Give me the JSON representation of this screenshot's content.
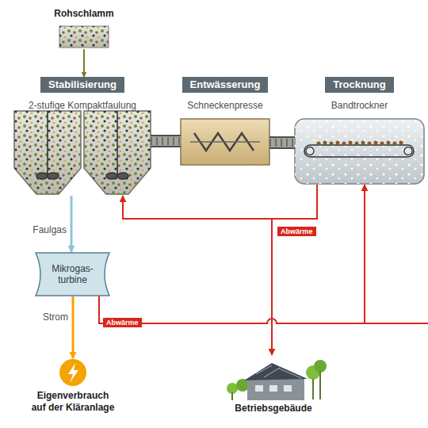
{
  "diagram": {
    "nodes": [
      {
        "text": [
          "Rohschlamm"
        ]
      },
      {
        "text": [
          "Stabilisierung",
          "2-stufige Kompaktfaulung"
        ]
      },
      {
        "text": [
          "Entwässerung",
          "Schneckenpresse"
        ]
      },
      {
        "text": [
          "Trocknung",
          "Bandtrockner"
        ]
      },
      {
        "text": [
          "Mikrogas- turbine"
        ]
      },
      {
        "text": [
          "Eigenverbrauch auf der Kläranlage"
        ]
      },
      {
        "text": [
          "Betriebsgebäude"
        ]
      }
    ],
    "edges": [
      {
        "from": 0,
        "to": 1,
        "arrow": "to"
      },
      {
        "from": 1,
        "to": 2,
        "arrow": "none"
      },
      {
        "from": 2,
        "to": 3,
        "arrow": "none"
      },
      {
        "from": 1,
        "to": 4,
        "label": "Faulgas",
        "arrow": "to"
      },
      {
        "from": 4,
        "to": 5,
        "label": "Strom",
        "arrow": "to"
      },
      {
        "from": 3,
        "to": 1,
        "label": "Abwärme",
        "arrow": "to"
      },
      {
        "from": 3,
        "to": 6,
        "arrow": "to"
      },
      {
        "from": 4,
        "to": 3,
        "label": "Abwärme",
        "arrow": "to"
      }
    ]
  }
}
